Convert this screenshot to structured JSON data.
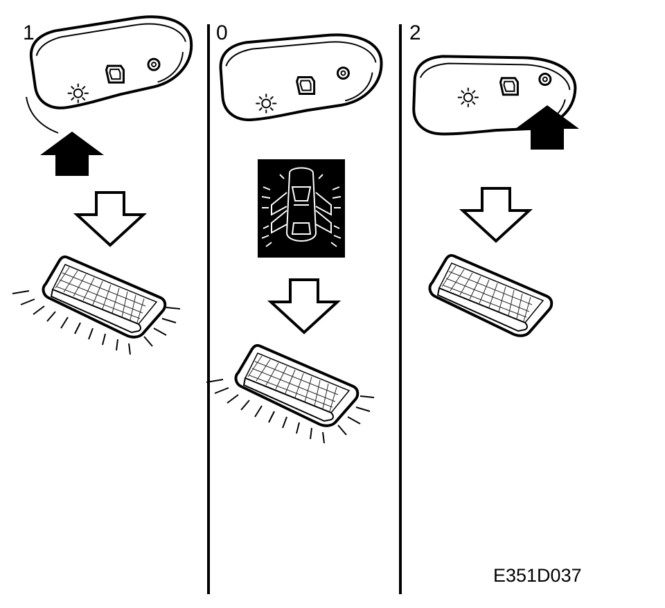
{
  "panels": [
    {
      "label": "1",
      "pressed_button": "lamp-button",
      "remote_position": "tilted",
      "lamp_state": "on"
    },
    {
      "label": "0",
      "pressed_button": "",
      "remote_position": "neutral",
      "lamp_state": "on",
      "door_indicator": "all-doors-open"
    },
    {
      "label": "2",
      "pressed_button": "lock-button",
      "remote_position": "tilted",
      "lamp_state": "off"
    }
  ],
  "icons": [
    "sun-icon",
    "door-icon",
    "ring-icon",
    "up-arrow-icon",
    "down-arrow-icon",
    "car-top-view-icon",
    "interior-lamp-icon"
  ],
  "reference_code": "E351D037",
  "colors": {
    "ink": "#000000",
    "paper": "#ffffff"
  }
}
